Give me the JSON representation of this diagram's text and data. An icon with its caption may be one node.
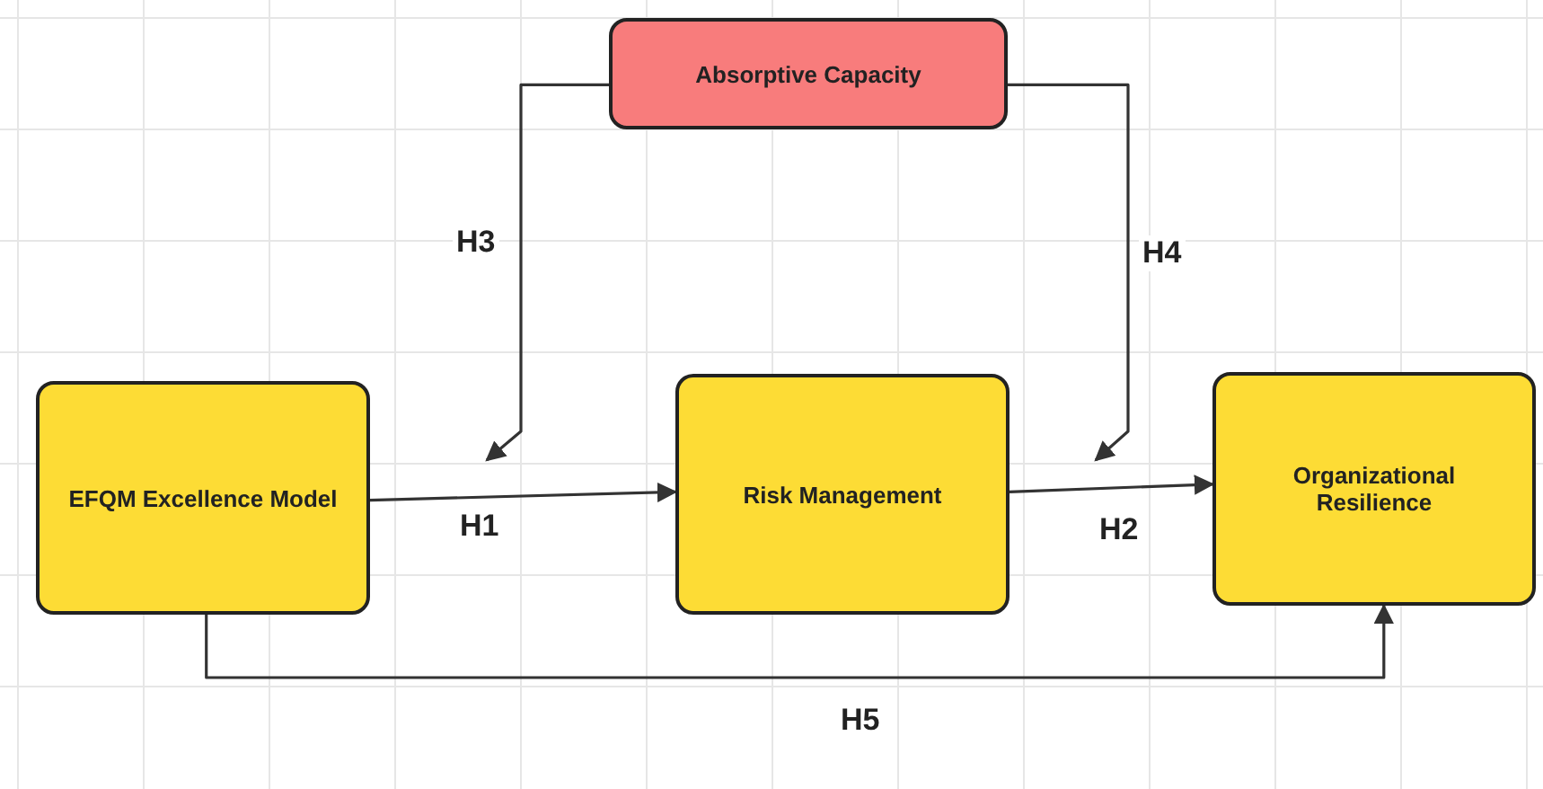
{
  "diagram": {
    "nodes": [
      {
        "text": [
          "Absorptive Capacity"
        ]
      },
      {
        "text": [
          "EFQM Excellence Model"
        ]
      },
      {
        "text": [
          "Risk Management"
        ]
      },
      {
        "text": [
          "Organizational Resilience"
        ]
      }
    ],
    "edges": [
      {
        "from": 1,
        "to": 2,
        "arrow": "to",
        "label": "H1"
      },
      {
        "from": 2,
        "to": 3,
        "arrow": "to",
        "label": "H2"
      },
      {
        "from": 0,
        "to": null,
        "arrow": "to",
        "label": "H3"
      },
      {
        "from": 0,
        "to": null,
        "arrow": "to",
        "label": "H4"
      },
      {
        "from": 1,
        "to": 3,
        "arrow": "to",
        "label": "H5"
      }
    ]
  }
}
